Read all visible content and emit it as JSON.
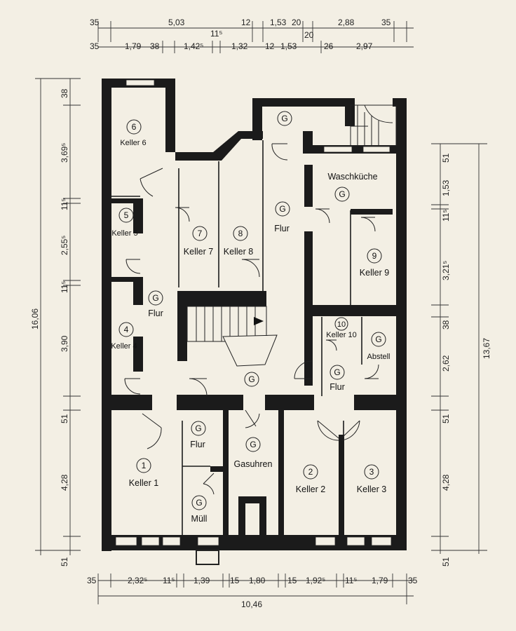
{
  "dimensions": {
    "top_row1": [
      "35",
      "5,03",
      "12",
      "1,53",
      "20",
      "2,88",
      "35"
    ],
    "top_row2": [
      "35",
      "1,79",
      "38",
      "1,42⁵",
      "11⁵",
      "1,32",
      "12",
      "1,53",
      "20",
      "26",
      "2,97"
    ],
    "left": [
      "38",
      "3,69⁵",
      "11⁵",
      "2,55⁵",
      "11⁵",
      "3,90",
      "51",
      "4,28",
      "51"
    ],
    "left_total": "16,06",
    "right": [
      "1,53",
      "51",
      "11⁵",
      "3,21⁵",
      "38",
      "2,62",
      "51",
      "4,28",
      "51"
    ],
    "right_total": "13,67",
    "bottom": [
      "35",
      "2,32⁵",
      "11⁵",
      "1,39",
      "15",
      "1,80",
      "15",
      "1,92⁵",
      "11⁵",
      "1,79",
      "35"
    ],
    "bottom_total": "10,46"
  },
  "rooms": [
    {
      "num": "6",
      "name": "Keller 6"
    },
    {
      "num": "5",
      "name": "Keller 5"
    },
    {
      "num": "4",
      "name": "Keller 4"
    },
    {
      "num": "7",
      "name": "Keller 7"
    },
    {
      "num": "8",
      "name": "Keller 8"
    },
    {
      "num": "9",
      "name": "Keller 9"
    },
    {
      "num": "10",
      "name": "Keller 10"
    },
    {
      "num": "1",
      "name": "Keller 1"
    },
    {
      "num": "2",
      "name": "Keller 2"
    },
    {
      "num": "3",
      "name": "Keller 3"
    }
  ],
  "common": {
    "marker": "G",
    "flur": "Flur",
    "waschkueche": "Waschküche",
    "abstell": "Abstell",
    "gasuhren": "Gasuhren",
    "muell": "Müll"
  }
}
